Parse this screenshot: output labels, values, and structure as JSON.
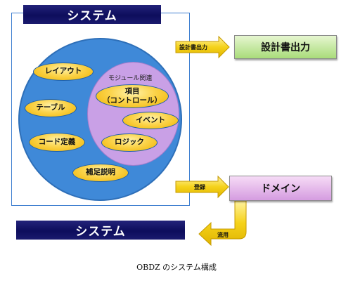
{
  "top_title": "システム",
  "bottom_title": "システム",
  "group_label": "モジュール関連",
  "items": {
    "layout": "レイアウト",
    "table": "テーブル",
    "code_def": "コード定義",
    "supplement": "補足説明",
    "item_control_line1": "項目",
    "item_control_line2": "（コントロール）",
    "event": "イベント",
    "logic": "ロジック"
  },
  "outputs": {
    "design_doc": "設計書出力",
    "domain": "ドメイン"
  },
  "arrows": {
    "design_doc": "設計書出力",
    "register": "登録",
    "reuse": "流用"
  },
  "caption": "OBDZ のシステム構成",
  "colors": {
    "navy": "#0d0d5c",
    "blue_circle": "#3f89d8",
    "purple": "#c9a0e6",
    "yellow": "#fbd34a",
    "green_box": "#a9dc7a",
    "pink_box": "#d59ce0"
  }
}
